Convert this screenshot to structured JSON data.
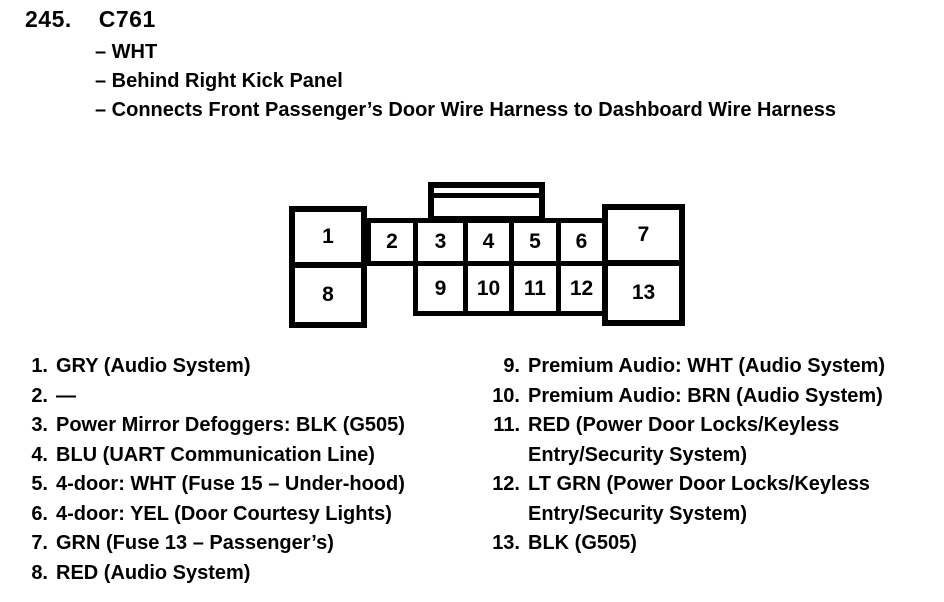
{
  "page": {
    "item_number": "245.",
    "connector_id": "C761",
    "details": [
      "– WHT",
      "– Behind Right Kick Panel",
      "– Connects Front Passenger’s Door Wire Harness to Dashboard Wire Harness"
    ]
  },
  "connector": {
    "pins": [
      "1",
      "2",
      "3",
      "4",
      "5",
      "6",
      "7",
      "8",
      "9",
      "10",
      "11",
      "12",
      "13"
    ]
  },
  "legend": {
    "left": [
      {
        "num": "1.",
        "text": "GRY (Audio System)"
      },
      {
        "num": "2.",
        "text": "—"
      },
      {
        "num": "3.",
        "text": "Power Mirror Defoggers: BLK (G505)"
      },
      {
        "num": "4.",
        "text": "BLU (UART Communication Line)"
      },
      {
        "num": "5.",
        "text": "4-door: WHT (Fuse 15 – Under-hood)"
      },
      {
        "num": "6.",
        "text": "4-door: YEL (Door Courtesy Lights)"
      },
      {
        "num": "7.",
        "text": "GRN (Fuse 13 – Passenger’s)"
      },
      {
        "num": "8.",
        "text": "RED (Audio System)"
      }
    ],
    "right": [
      {
        "num": "9.",
        "text": "Premium Audio: WHT (Audio System)"
      },
      {
        "num": "10.",
        "text": "Premium Audio: BRN (Audio System)"
      },
      {
        "num": "11.",
        "text": "RED (Power Door Locks/Keyless Entry/Security System)"
      },
      {
        "num": "12.",
        "text": "LT GRN (Power Door Locks/Keyless Entry/Security System)"
      },
      {
        "num": "13.",
        "text": "BLK (G505)"
      }
    ]
  },
  "colors": {
    "ink": "#000000",
    "paper": "#ffffff"
  }
}
